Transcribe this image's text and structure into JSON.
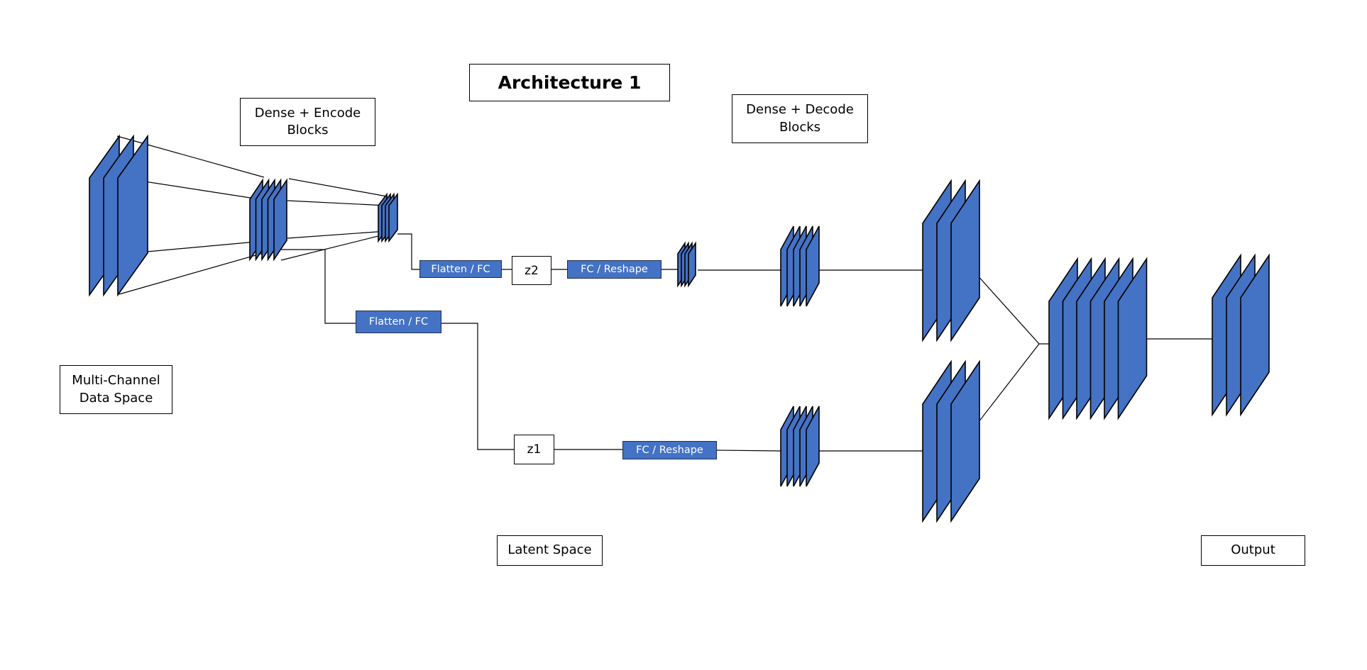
{
  "title": "Architecture 1",
  "labels": {
    "encode": "Dense + Encode\nBlocks",
    "decode": "Dense + Decode\nBlocks",
    "input": "Multi-Channel\nData Space",
    "latent": "Latent Space",
    "output": "Output"
  },
  "ops": {
    "flatten_top": "Flatten / FC",
    "flatten_bottom": "Flatten / FC",
    "reshape_top": "FC / Reshape",
    "reshape_bottom": "FC / Reshape"
  },
  "latent_vars": {
    "z2": "z2",
    "z1": "z1"
  },
  "colors": {
    "block_fill": "#4472C4",
    "block_stroke": "#000000",
    "line": "#000000"
  }
}
